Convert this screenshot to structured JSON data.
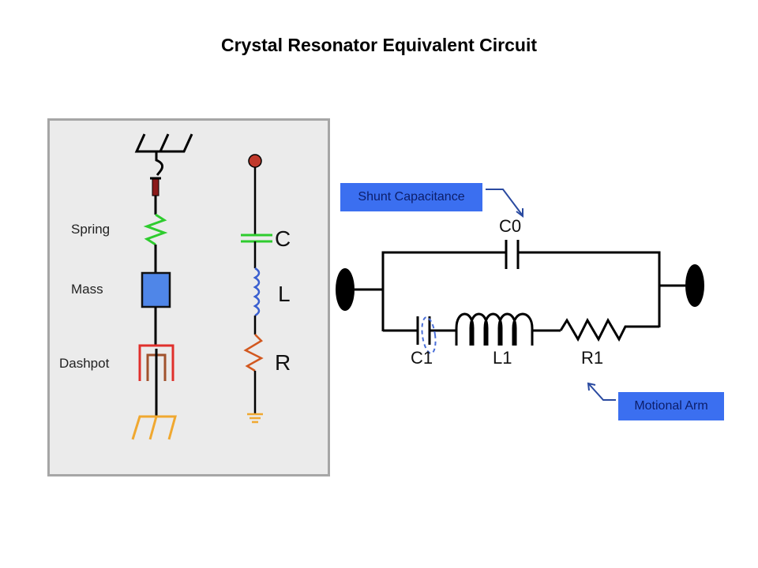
{
  "title": "Crystal Resonator Equivalent Circuit",
  "mechanical_model": {
    "labels": {
      "spring": "Spring",
      "mass": "Mass",
      "dashpot": "Dashpot"
    },
    "colors": {
      "spring": "#2ecc2e",
      "mass": "#4f86e8",
      "dashpot": "#e0302c",
      "dashpot_inner": "#a0522d",
      "ground": "#f0a830",
      "anchor": "#8b1a1a"
    }
  },
  "electrical_model": {
    "labels": {
      "capacitor": "C",
      "inductor": "L",
      "resistor": "R"
    },
    "colors": {
      "terminal": "#c0392b",
      "capacitor": "#2ecc2e",
      "inductor": "#3a5fd0",
      "resistor": "#d2581f",
      "ground": "#f0a830"
    }
  },
  "circuit": {
    "labels": {
      "c0": "C0",
      "c1": "C1",
      "l1": "L1",
      "r1": "R1"
    },
    "callouts": {
      "shunt": "Shunt Capacitance",
      "motional": "Motional Arm"
    },
    "colors": {
      "callout_bg": "#3b6ff0",
      "callout_text": "#0c1e6a",
      "arrow": "#2a4aa0"
    }
  }
}
